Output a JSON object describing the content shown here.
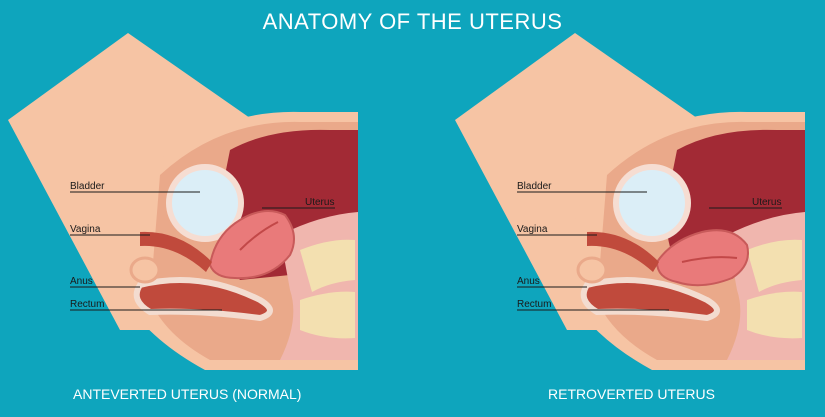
{
  "title": "ANATOMY OF THE UTERUS",
  "panels": [
    {
      "caption": "ANTEVERTED UTERUS (NORMAL)",
      "labels": {
        "bladder": "Bladder",
        "vagina": "Vagina",
        "uterus": "Uterus",
        "anus": "Anus",
        "rectum": "Rectum"
      },
      "uterus_position": "anteverted"
    },
    {
      "caption": "RETROVERTED UTERUS",
      "labels": {
        "bladder": "Bladder",
        "vagina": "Vagina",
        "uterus": "Uterus",
        "anus": "Anus",
        "rectum": "Rectum"
      },
      "uterus_position": "retroverted"
    }
  ],
  "colors": {
    "background": "#0ea5bd",
    "skin": "#f6c4a4",
    "skin_shadow": "#eaa98a",
    "pelvic_cavity": "#a22a35",
    "uterus": "#e97a7a",
    "bladder": "#dbeef7",
    "rectum": "#c04a3c",
    "fat": "#f3e0b0"
  }
}
